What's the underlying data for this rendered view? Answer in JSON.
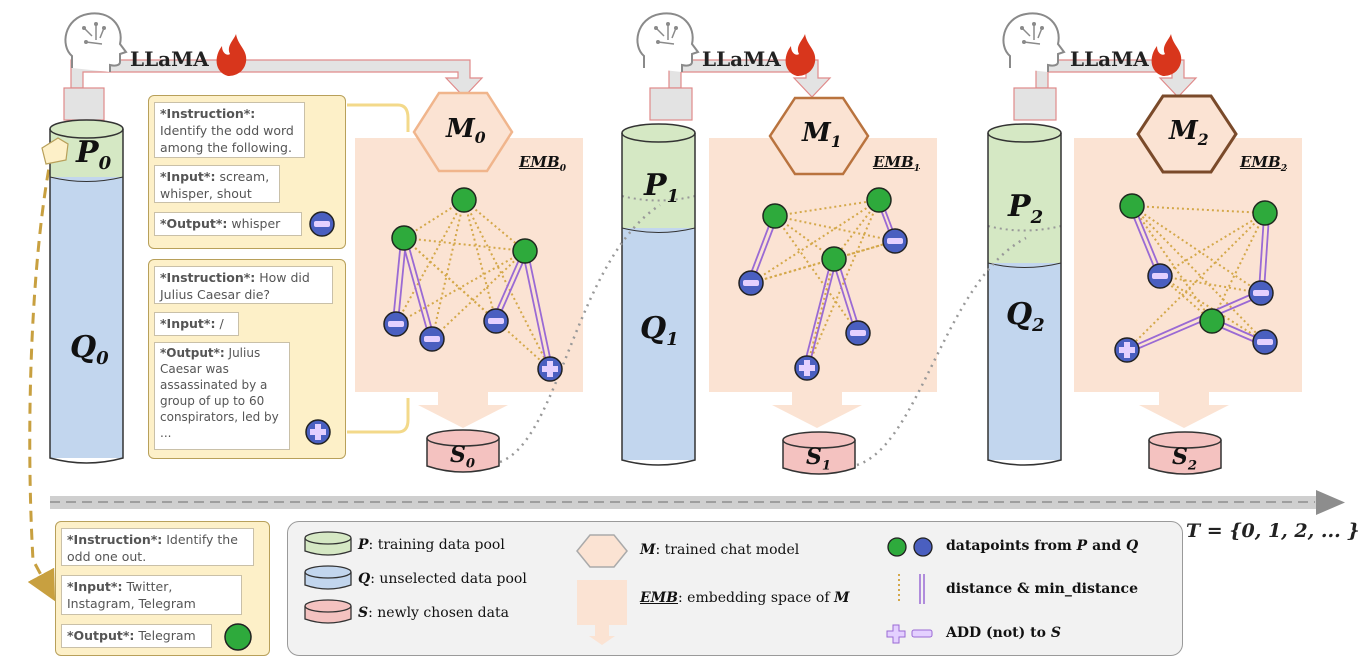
{
  "llama": {
    "label": "LLaMA"
  },
  "iterations": [
    {
      "pool": "P",
      "unselected": "Q",
      "model": "M",
      "embedding": "EMB",
      "selected": "S",
      "index": "0"
    },
    {
      "pool": "P",
      "unselected": "Q",
      "model": "M",
      "embedding": "EMB",
      "selected": "S",
      "index": "1"
    },
    {
      "pool": "P",
      "unselected": "Q",
      "model": "M",
      "embedding": "EMB",
      "selected": "S",
      "index": "2"
    }
  ],
  "examples": [
    {
      "instruction_key": "*Instruction*:",
      "instruction": "Identify the odd word among the following.",
      "input_key": "*Input*:",
      "input": "scream, whisper, shout",
      "output_key": "*Output*:",
      "output": "whisper",
      "decision": "minus"
    },
    {
      "instruction_key": "*Instruction*:",
      "instruction": "How did Julius Caesar die?",
      "input_key": "*Input*:",
      "input": "/",
      "output_key": "*Output*:",
      "output": "Julius Caesar was assassinated by a group of up to 60 conspirators, led by ...",
      "decision": "plus"
    },
    {
      "instruction_key": "*Instruction*:",
      "instruction": "Identify the odd one out.",
      "input_key": "*Input*:",
      "input": "Twitter, Instagram, Telegram",
      "output_key": "*Output*:",
      "output": "Telegram",
      "decision": "green"
    }
  ],
  "legend": {
    "p_sym": "P",
    "p_text": ": training data pool",
    "q_sym": "Q",
    "q_text": ": unselected data pool",
    "s_sym": "S",
    "s_text": ": newly chosen data",
    "m_sym": "M",
    "m_text": ": trained chat model",
    "emb_sym": "EMB",
    "emb_text": ": embedding space of ",
    "emb_m": "M",
    "points_text": "datapoints from ",
    "points_p": "P",
    "points_and": " and ",
    "points_q": "Q",
    "dist_text": "distance & min_distance",
    "add_text": "ADD (not) to ",
    "add_s": "S"
  },
  "timeline": {
    "label": "T = {0, 1, 2, ... }"
  },
  "colors": {
    "pool": "#d5e8c4",
    "unselected": "#c2d6ee",
    "selected": "#f4c2c0",
    "embedding": "#fbe3d3",
    "card": "#fdf0c8",
    "green_point": "#2eaa3c",
    "blue_point": "#4a5fc0",
    "llama_fire": "#d8361c",
    "distance": "#d4a84a",
    "min_distance": "#9a6ad4"
  }
}
